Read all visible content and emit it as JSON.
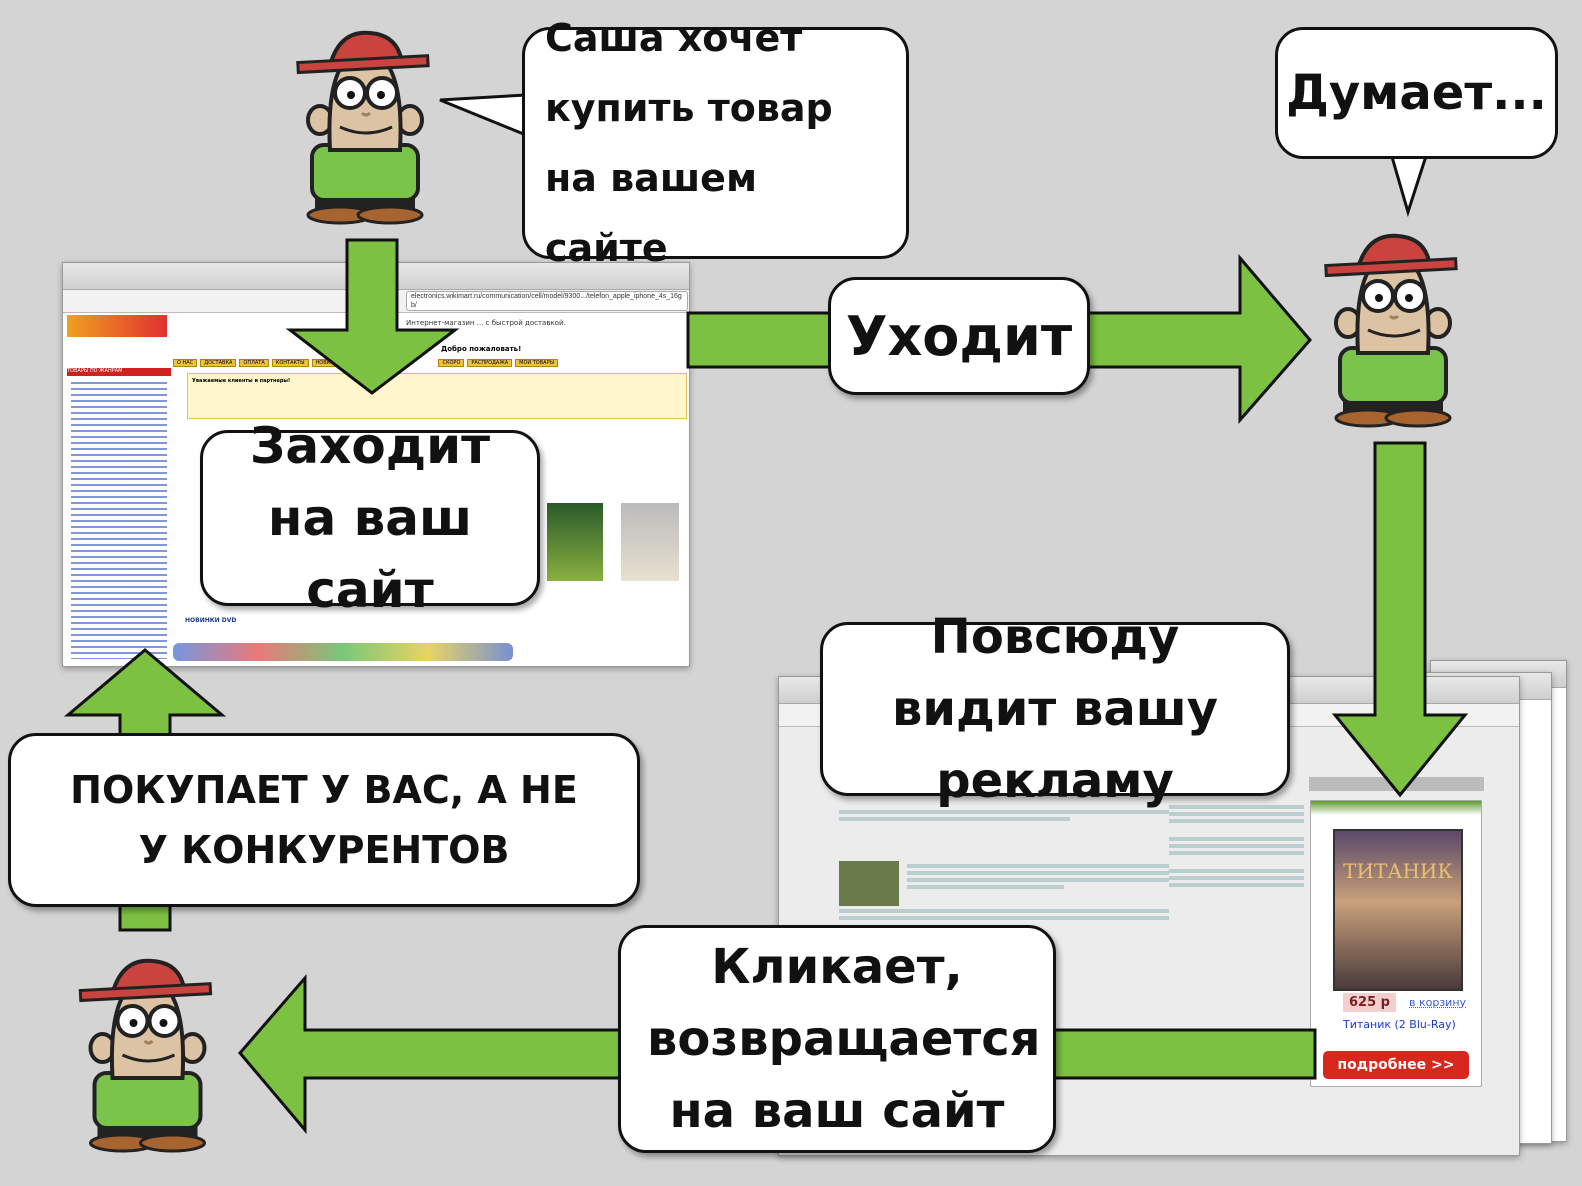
{
  "bubbles": {
    "wants": "Саша хочет купить товар на вашем сайте",
    "thinks": "Думает..."
  },
  "steps": {
    "visits": "Заходит на ваш сайт",
    "leaves": "Уходит",
    "sees_ads": "Повсюду видит вашу рекламу",
    "clicks_returns": "Кликает, возвращается на ваш сайт",
    "buys": "ПОКУПАЕТ У ВАС, А НЕ У КОНКУРЕНТОВ"
  },
  "site_screenshot": {
    "url": "electronics.wikimart.ru/communication/cell/model/9300.../telefon_apple_iphone_4s_16gb/",
    "tagline": "Интернет-магазин ... с быстрой доставкой.",
    "welcome": "Добро пожаловать!",
    "notice_title": "Уважаемые клиенты и партнеры!",
    "sidebar_header": "ТОВАРЫ ПО ЖАНРАМ",
    "nav_tabs": [
      "О НАС",
      "ДОСТАВКА",
      "ОПЛАТА",
      "КОНТАКТЫ",
      "НОВИНКИ",
      "СКОРО",
      "РАСПРОДАЖА",
      "МОИ ТОВАРЫ"
    ],
    "section": "НОВИНКИ DVD"
  },
  "ad_banner": {
    "price": "625 р",
    "cart_link": "в корзину",
    "product": "Титаник (2 Blu-Ray)",
    "cover_title": "ТИТАНИК",
    "button": "подробнее >>"
  },
  "colors": {
    "arrow_green": "#7cc142",
    "cap_red": "#c9433f",
    "shirt_green": "#7bc44c",
    "ad_button_red": "#d8281e"
  }
}
